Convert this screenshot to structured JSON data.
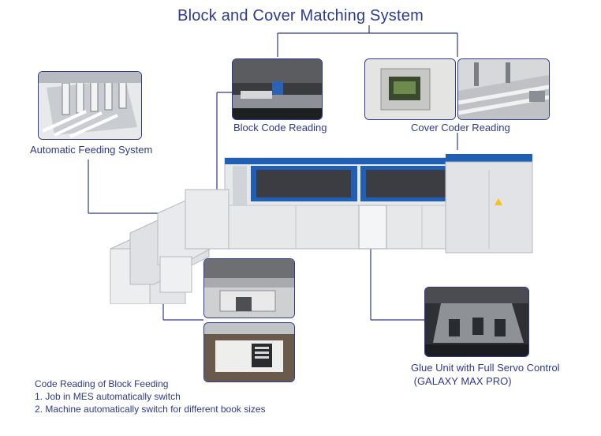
{
  "title": "Block and Cover Matching System",
  "labels": {
    "block_code_reading": "Block Code Reading",
    "cover_coder_reading": "Cover Coder Reading",
    "automatic_feeding": "Automatic Feeding System",
    "glue_unit_line1": "Glue Unit with Full Servo Control",
    "glue_unit_line2": " (GALAXY MAX PRO)"
  },
  "notes": {
    "heading": "Code Reading of Block Feeding",
    "item1": "1. Job in MES automatically switch",
    "item2": "2. Machine automatically switch for different book sizes"
  },
  "colors": {
    "accent": "#2e3a8c",
    "machine_blue": "#1f5fb5",
    "machine_body": "#e6e8ea"
  }
}
